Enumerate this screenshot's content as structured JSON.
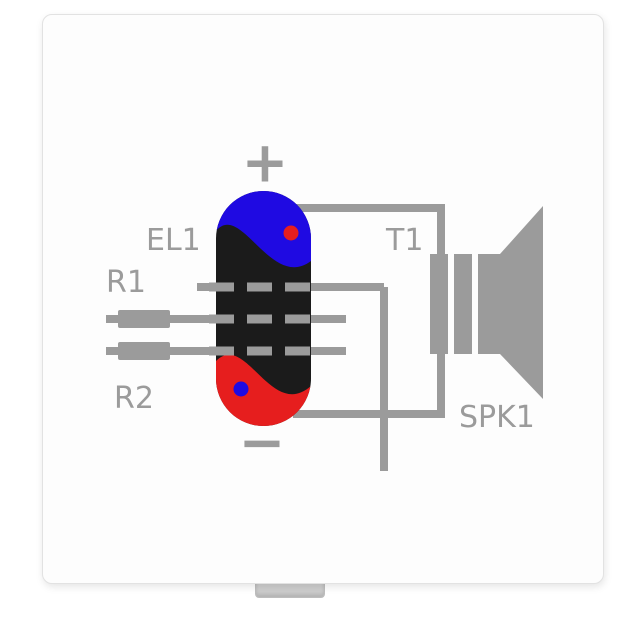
{
  "magnet": {
    "labels": {
      "plus": "+",
      "minus": "−",
      "tube": "EL1",
      "resistor1": "R1",
      "resistor2": "R2",
      "transformer": "T1",
      "speaker": "SPK1"
    },
    "colors": {
      "line_gray": "#9b9b9b",
      "label_gray": "#9b9b9b",
      "tube_black": "#1b1b1b",
      "anode_blue": "#1f0ae2",
      "cathode_red": "#e61e1e",
      "card_white": "#fdfdfd"
    }
  }
}
